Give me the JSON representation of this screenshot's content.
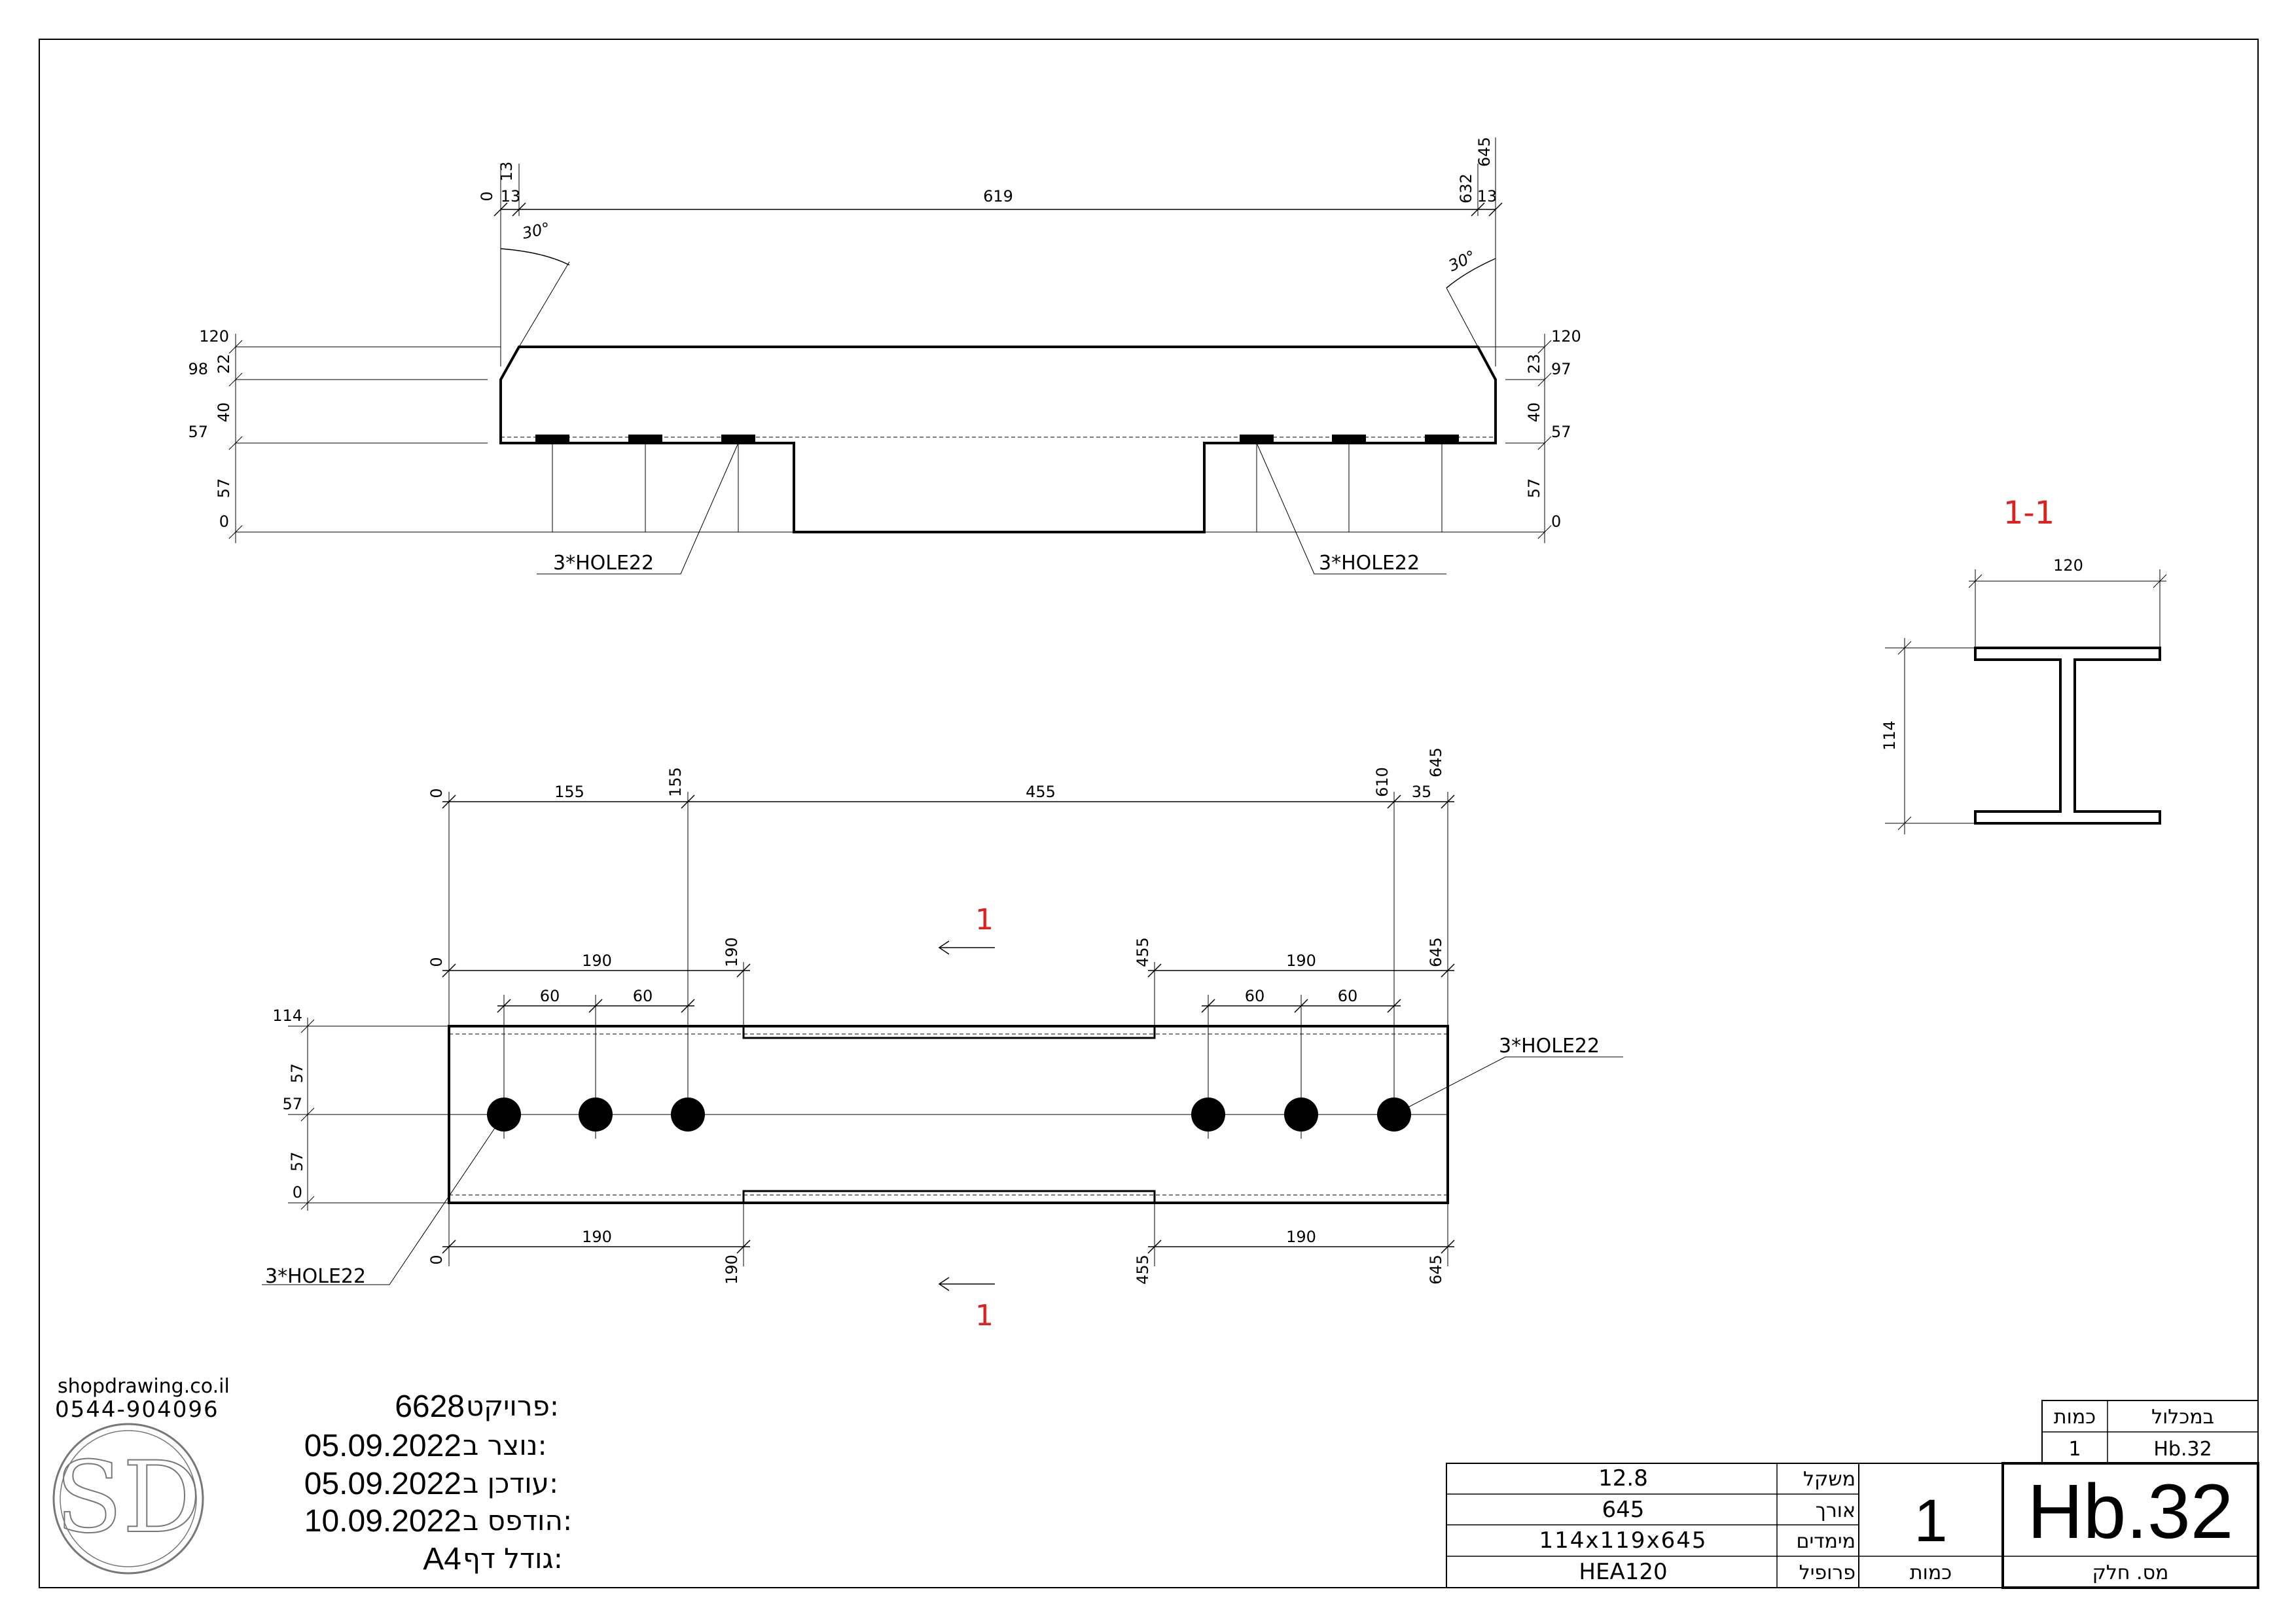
{
  "top_view": {
    "top_dims": [
      "0",
      "13",
      "13",
      "619",
      "632",
      "645",
      "13"
    ],
    "angles": [
      "30°",
      "30°"
    ],
    "left_dims": [
      "120",
      "98",
      "22",
      "40",
      "57",
      "57",
      "0"
    ],
    "right_dims": [
      "120",
      "23",
      "97",
      "40",
      "57",
      "57",
      "0"
    ],
    "hole_labels": [
      "3*HOLE22",
      "3*HOLE22"
    ]
  },
  "front_view": {
    "row1": [
      "0",
      "155",
      "155",
      "455",
      "610",
      "35",
      "645"
    ],
    "row2": [
      "0",
      "190",
      "190",
      "455",
      "190",
      "645"
    ],
    "row3": [
      "60",
      "60",
      "60",
      "60"
    ],
    "left_dims": [
      "114",
      "57",
      "57",
      "57",
      "0"
    ],
    "bottom_row": [
      "0",
      "190",
      "190",
      "455",
      "190",
      "645"
    ],
    "hole_labels": [
      "3*HOLE22",
      "3*HOLE22"
    ],
    "section_marks": [
      "1",
      "1"
    ]
  },
  "section": {
    "title": "1-1",
    "width": "120",
    "height": "114"
  },
  "brand": {
    "website": "shopdrawing.co.il",
    "phone": "0544-904096",
    "logo_text": "SD"
  },
  "info": [
    {
      "value": "6628",
      "label": "פרויקט:"
    },
    {
      "value": "05.09.2022",
      "label": "נוצר ב:"
    },
    {
      "value": "05.09.2022",
      "label": "עודכן ב:"
    },
    {
      "value": "10.09.2022",
      "label": "הודפס ב:"
    },
    {
      "value": "A4",
      "label": "גודל דף:"
    }
  ],
  "title_block": {
    "props": [
      {
        "value": "12.8",
        "label": "משקל"
      },
      {
        "value": "645",
        "label": "אורך"
      },
      {
        "value": "114x119x645",
        "label": "מימדים"
      },
      {
        "value": "HEA120",
        "label": "פרופיל"
      }
    ],
    "quantity_value": "1",
    "quantity_label": "כמות",
    "part_number": "Hb.32",
    "part_label": "מס. חלק",
    "assembly_header": "במכלול",
    "assembly_qty_header": "כמות",
    "assembly_value": "Hb.32",
    "assembly_qty": "1"
  }
}
